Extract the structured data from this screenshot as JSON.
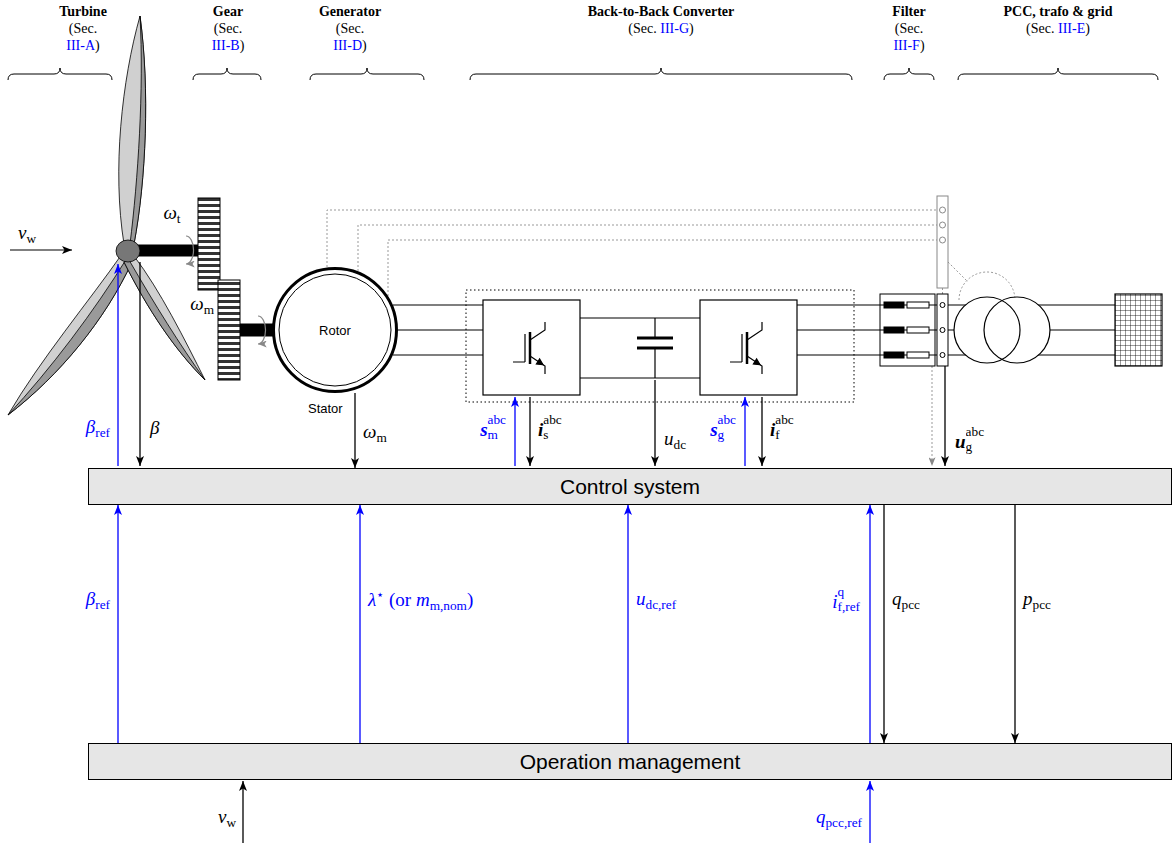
{
  "diagram": {
    "nodes": [
      {
        "text": [
          "Rotor",
          "Stator"
        ]
      },
      {
        "text": [
          "Control system"
        ]
      },
      {
        "text": [
          "Operation management"
        ]
      }
    ],
    "edges": [
      {
        "from": 0,
        "to": 1,
        "arrow": "to",
        "label": "ωm"
      },
      {
        "from": 2,
        "to": 1,
        "arrow": "to",
        "label": "βref"
      },
      {
        "from": 2,
        "to": 1,
        "arrow": "to",
        "label": "λ⋆ (or mm,nom)"
      },
      {
        "from": 2,
        "to": 1,
        "arrow": "to",
        "label": "udc,ref"
      },
      {
        "from": 2,
        "to": 1,
        "arrow": "to",
        "label": "if,refq"
      },
      {
        "from": 1,
        "to": 2,
        "arrow": "to",
        "label": "qpcc"
      },
      {
        "from": 1,
        "to": 2,
        "arrow": "to",
        "label": "ppcc"
      }
    ],
    "labels": [
      "Turbine",
      "(Sec.",
      "III-A)",
      "Gear",
      "(Sec.",
      "III-B)",
      "Generator",
      "(Sec.",
      "III-D)",
      "Back-to-Back Converter",
      "(Sec. III-G)",
      "Filter",
      "(Sec.",
      "III-F)",
      "PCC, trafo & grid",
      "(Sec. III-E)",
      "vw",
      "ωt",
      "ωm",
      "βref",
      "β",
      "smabc",
      "isabc",
      "udc",
      "sgabc",
      "ifabc",
      "ugabc",
      "vw",
      "qpcc,ref"
    ]
  }
}
